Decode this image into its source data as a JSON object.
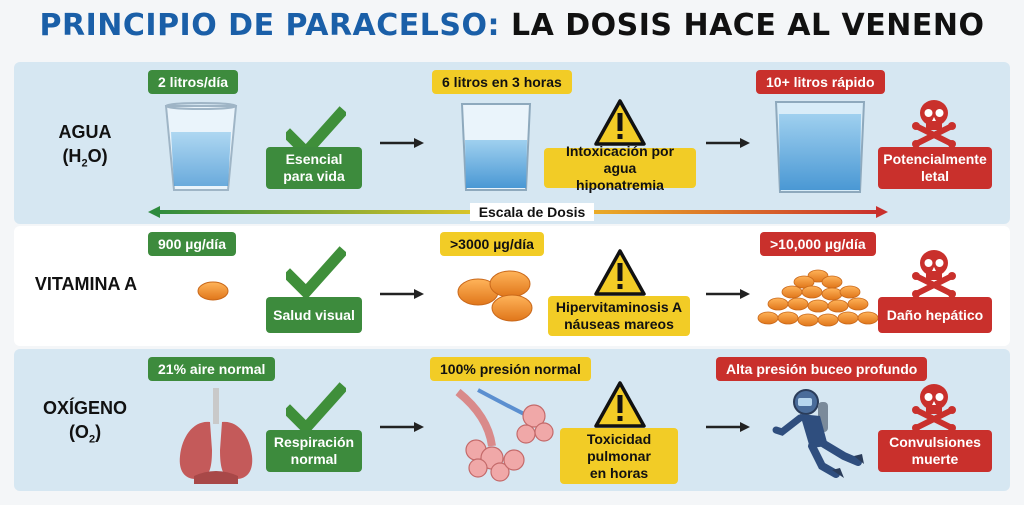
{
  "title": {
    "part1": "PRINCIPIO DE PARACELSO:",
    "part2": "LA DOSIS HACE AL VENENO"
  },
  "scale_label": "Escala de Dosis",
  "colors": {
    "green": "#3d8b3d",
    "yellow": "#f2cc26",
    "red": "#c9302c",
    "blue_title": "#1a5fa8"
  },
  "rows": [
    {
      "label_line1": "AGUA",
      "label_line2": "(H",
      "label_sub": "2",
      "label_tail": "O)",
      "safe_dose": "2 litros/día",
      "safe_effect_1": "Esencial",
      "safe_effect_2": "para vida",
      "mid_dose": "6 litros en 3 horas",
      "mid_effect_1": "Intoxicación por agua",
      "mid_effect_2": "hiponatremia",
      "high_dose": "10+ litros rápido",
      "high_effect_1": "Potencialmente",
      "high_effect_2": "letal"
    },
    {
      "label_line1": "VITAMINA A",
      "safe_dose": "900 µg/día",
      "safe_effect_1": "Salud visual",
      "mid_dose": ">3000 µg/día",
      "mid_effect_1": "Hipervitaminosis A",
      "mid_effect_2": "náuseas mareos",
      "high_dose": ">10,000 µg/día",
      "high_effect_1": "Daño hepático"
    },
    {
      "label_line1": "OXÍGENO",
      "label_line2": "(O",
      "label_sub": "2",
      "label_tail": ")",
      "safe_dose": "21% aire normal",
      "safe_effect_1": "Respiración",
      "safe_effect_2": "normal",
      "mid_dose": "100% presión normal",
      "mid_effect_1": "Toxicidad",
      "mid_effect_2": "pulmonar",
      "mid_effect_3": "en horas",
      "high_dose": "Alta presión buceo profundo",
      "high_effect_1": "Convulsiones",
      "high_effect_2": "muerte"
    }
  ]
}
